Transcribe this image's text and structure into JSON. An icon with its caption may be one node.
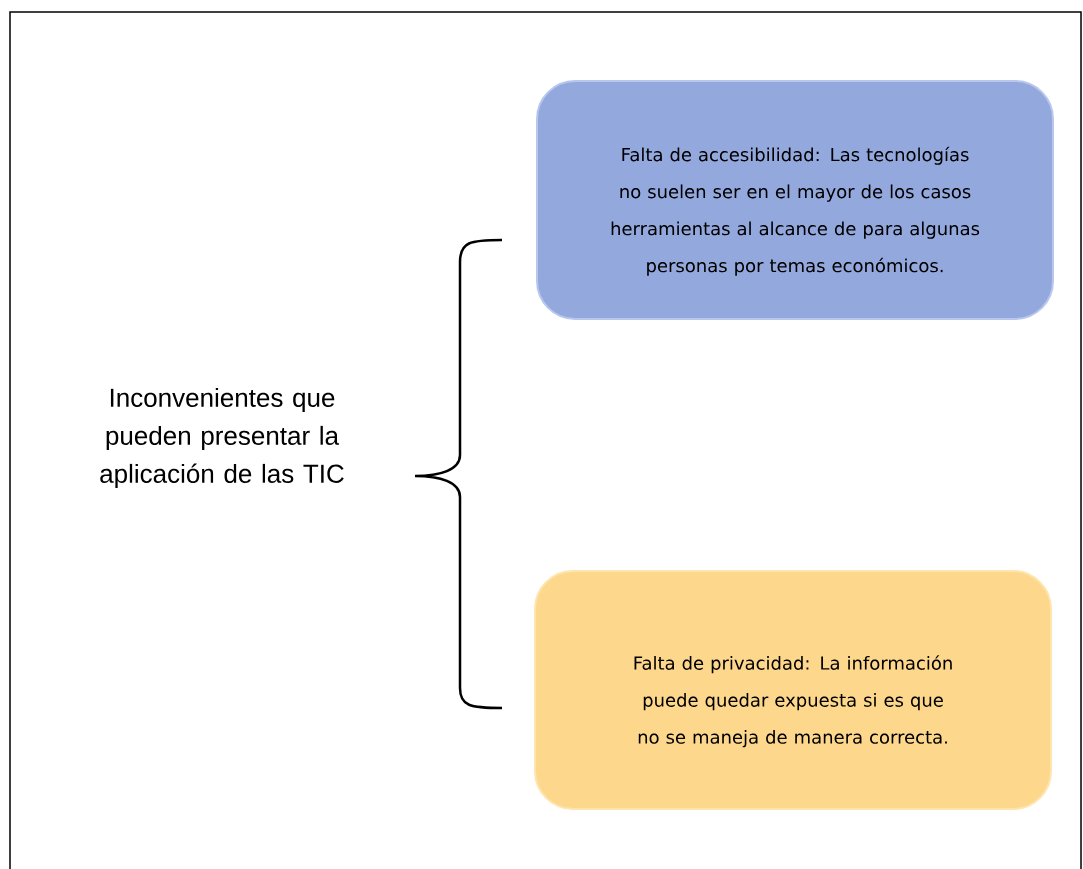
{
  "diagram": {
    "nodes": [
      {
        "text": [
          "Falta de accesibilidad: Las tecnologías no suelen ser en el mayor de los casos herramientas al alcance de para algunas personas por temas económicos."
        ]
      },
      {
        "text": [
          "Falta de privacidad: La información puede quedar expuesta si es que no se maneja de manera correcta."
        ]
      }
    ],
    "labels": [
      "Inconvenientes que pueden presentar la aplicación de las TIC"
    ]
  }
}
